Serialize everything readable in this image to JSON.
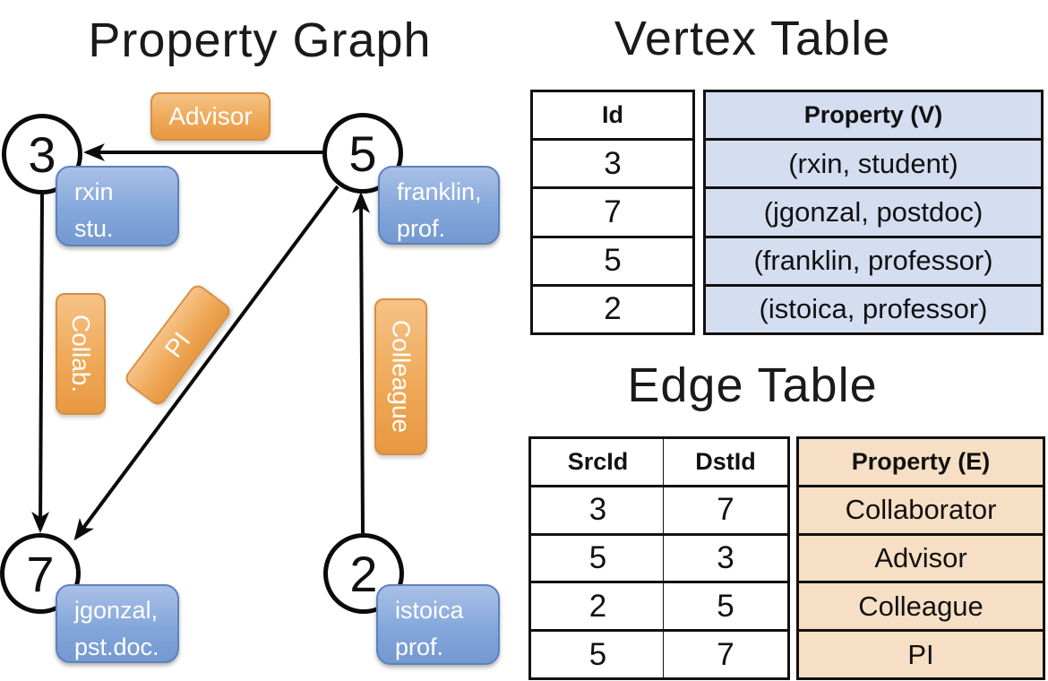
{
  "graph": {
    "title": "Property Graph",
    "nodes": {
      "n3": "3",
      "n5": "5",
      "n7": "7",
      "n2": "2"
    },
    "vertex_boxes": {
      "rxin": {
        "line1": "rxin",
        "line2": "stu."
      },
      "franklin": {
        "line1": "franklin,",
        "line2": "prof."
      },
      "jgonzal": {
        "line1": "jgonzal,",
        "line2": "pst.doc."
      },
      "istoica": {
        "line1": "istoica",
        "line2": "prof."
      }
    },
    "edge_labels": {
      "advisor": "Advisor",
      "collab": "Collab.",
      "pi": "PI",
      "colleague": "Colleague"
    },
    "edges": [
      {
        "src": "5",
        "dst": "3",
        "label": "Advisor"
      },
      {
        "src": "3",
        "dst": "7",
        "label": "Collab."
      },
      {
        "src": "5",
        "dst": "7",
        "label": "PI"
      },
      {
        "src": "2",
        "dst": "5",
        "label": "Colleague"
      }
    ]
  },
  "vertex_table": {
    "title": "Vertex Table",
    "headers": {
      "id": "Id",
      "property": "Property (V)"
    },
    "rows": [
      {
        "id": "3",
        "property": "(rxin, student)"
      },
      {
        "id": "7",
        "property": "(jgonzal, postdoc)"
      },
      {
        "id": "5",
        "property": "(franklin, professor)"
      },
      {
        "id": "2",
        "property": "(istoica, professor)"
      }
    ]
  },
  "edge_table": {
    "title": "Edge Table",
    "headers": {
      "src": "SrcId",
      "dst": "DstId",
      "property": "Property (E)"
    },
    "rows": [
      {
        "src": "3",
        "dst": "7",
        "property": "Collaborator"
      },
      {
        "src": "5",
        "dst": "3",
        "property": "Advisor"
      },
      {
        "src": "2",
        "dst": "5",
        "property": "Colleague"
      },
      {
        "src": "5",
        "dst": "7",
        "property": "PI"
      }
    ]
  },
  "colors": {
    "edge_label_orange": "#EFA958",
    "vertex_box_blue": "#84A7DB",
    "vertex_table_fill": "#D5DDF0",
    "edge_table_fill": "#F6DFC4",
    "line_black": "#0B0B0B"
  }
}
